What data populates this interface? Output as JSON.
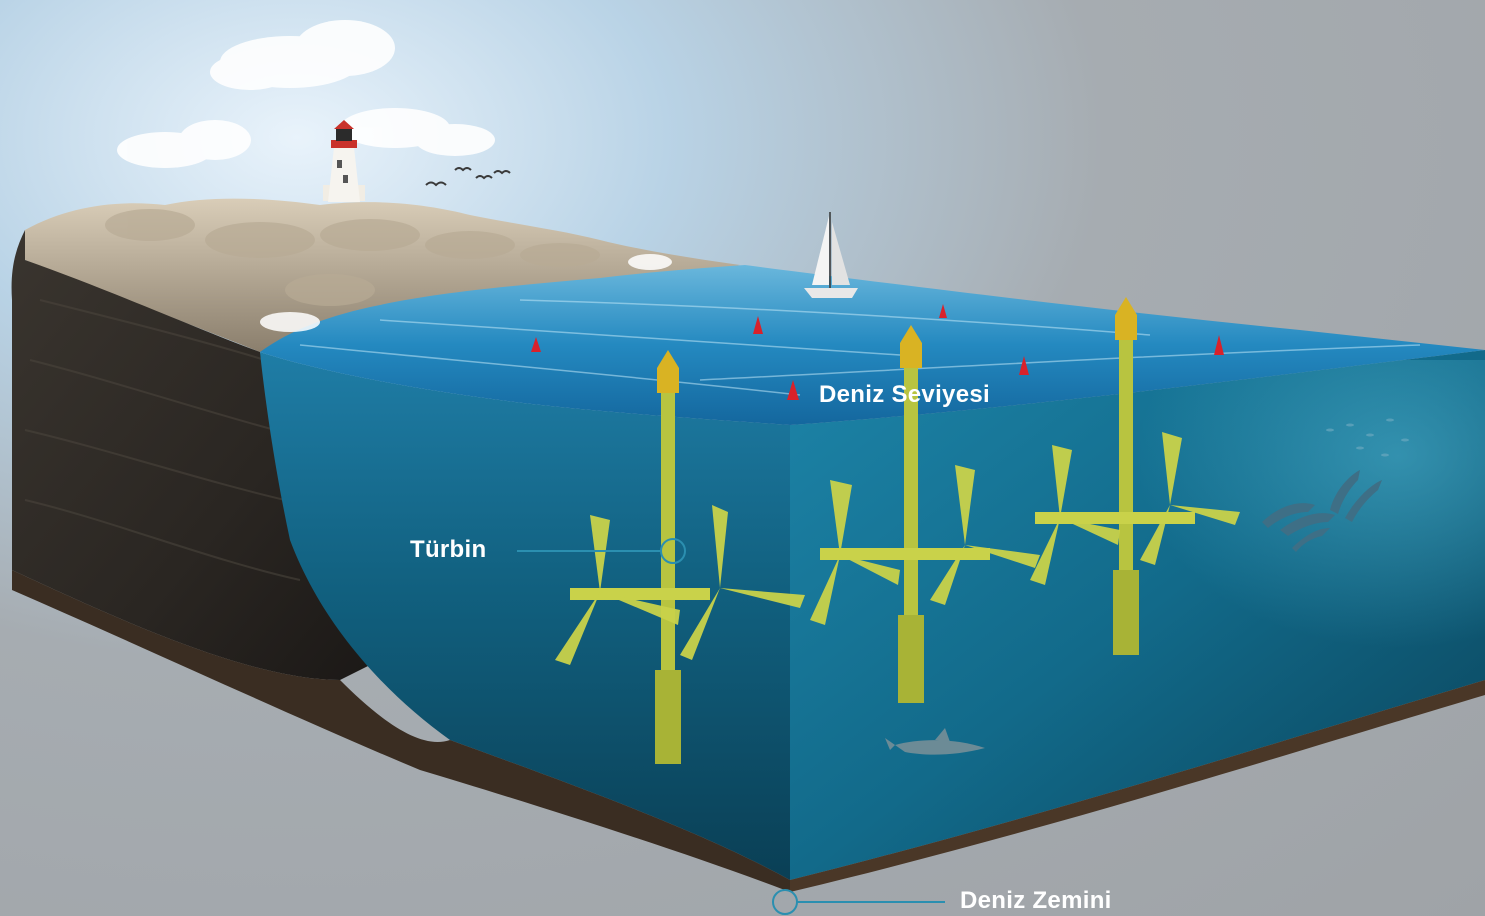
{
  "labels": {
    "sea_level": "Deniz Seviyesi",
    "turbine": "Türbin",
    "seabed": "Deniz Zemini"
  },
  "colors": {
    "water_surface": "#1f7fb6",
    "water_deep": "#0b4a66",
    "turbine": "#c9d24a",
    "buoy_red": "#d8222b",
    "buoy_yellow": "#d9b323",
    "callout_line": "#2b8fb0",
    "label_text": "#ffffff"
  },
  "icons": [
    "lighthouse-icon",
    "sailboat-icon",
    "dolphin-icon",
    "shark-icon",
    "bird-icon",
    "cloud-icon"
  ]
}
